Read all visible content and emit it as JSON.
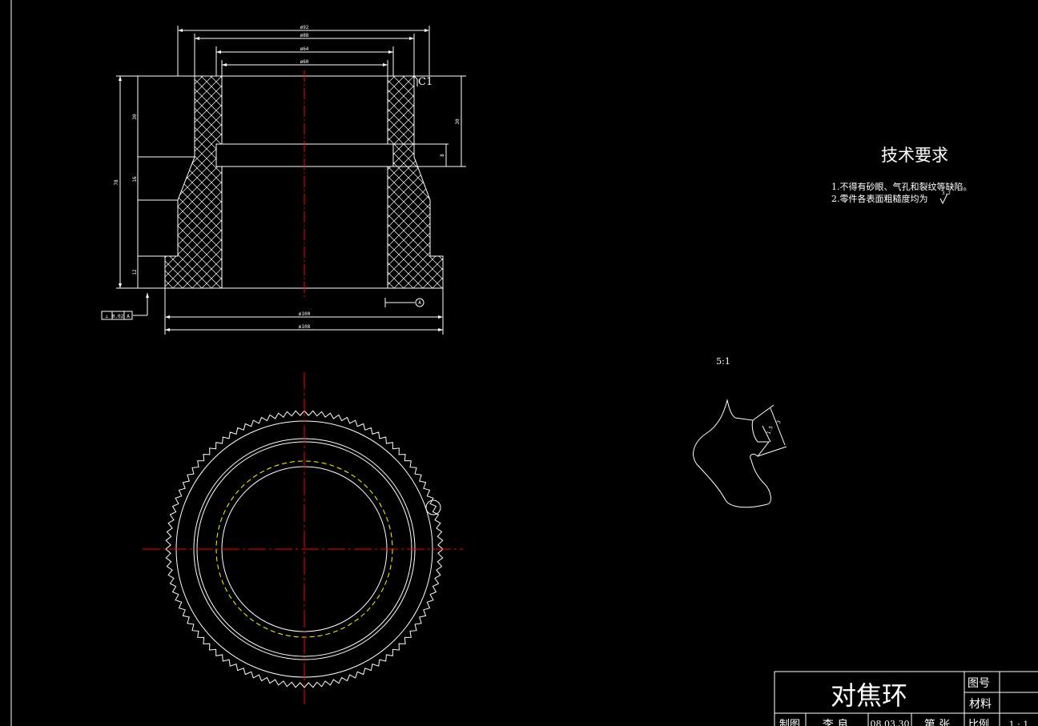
{
  "colors": {
    "background": "#000000",
    "line": "#ffffff",
    "centerline": "#ff0000",
    "hidden": "#ffff00"
  },
  "section": {
    "dims_top": [
      "ø92",
      "ø88",
      "ø64",
      "ø60"
    ],
    "dims_left": [
      "30",
      "16",
      "12"
    ],
    "dim_total_height": "78",
    "dims_right": [
      "30",
      "8"
    ],
    "chamfer": "C1",
    "dims_bottom": [
      "ø100",
      "ø108"
    ],
    "datum": "A",
    "gdt": {
      "symbol": "⊥",
      "tolerance": "0.02",
      "datum": "A"
    }
  },
  "tech": {
    "title": "技术要求",
    "item1": "1.不得有砂眼、气孔和裂纹等缺陷。",
    "item2": "2.零件各表面粗糙度均为",
    "roughness": "3.2"
  },
  "detail": {
    "scale": "5:1",
    "dim_a": "3",
    "dim_b": "1.5"
  },
  "title_block": {
    "part_name": "对焦环",
    "drawing_no_label": "图号",
    "material_label": "材料",
    "drawn_label": "制图",
    "drawn_by": "李 良",
    "date": "08.03.30",
    "sheets_label": "第  张",
    "scale_label": "比例",
    "scale_value": "1 : 1"
  }
}
